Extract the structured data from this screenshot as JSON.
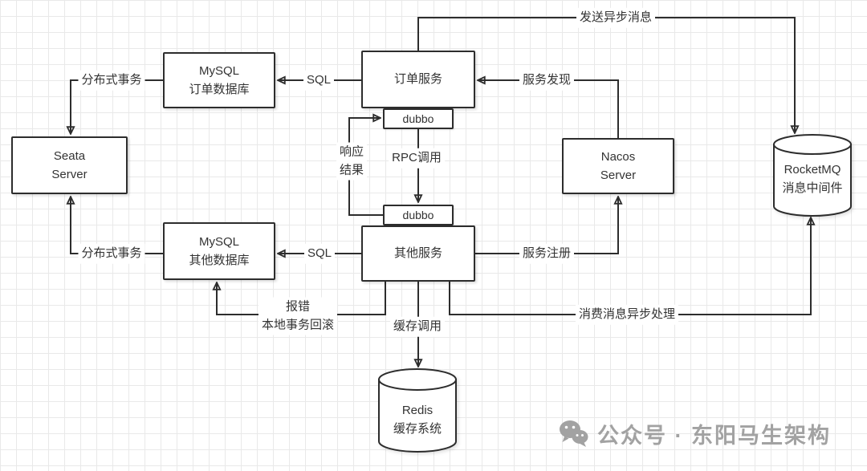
{
  "diagram": {
    "nodes": {
      "order_db": "MySQL\n订单数据库",
      "order_service": "订单服务",
      "dubbo_top": "dubbo",
      "seata": "Seata\nServer",
      "nacos": "Nacos\nServer",
      "rocketmq": "RocketMQ\n消息中间件",
      "dubbo_bottom": "dubbo",
      "other_service": "其他服务",
      "other_db": "MySQL\n其他数据库",
      "redis": "Redis\n缓存系统"
    },
    "edge_labels": {
      "send_async": "发送异步消息",
      "sql_top": "SQL",
      "service_discovery": "服务发现",
      "dist_tx_top": "分布式事务",
      "rpc_call": "RPC调用",
      "response_result": "响应\n结果",
      "service_register": "服务注册",
      "sql_bottom": "SQL",
      "dist_tx_bottom": "分布式事务",
      "rollback": "报错\n本地事务回滚",
      "cache_call": "缓存调用",
      "consume": "消费消息异步处理"
    },
    "colors": {
      "line": "#2d2d2d",
      "node_border": "#2d2d2d",
      "text": "#333333",
      "grid": "#e9e9e9",
      "watermark": "#a2a2a2"
    }
  },
  "watermark": {
    "text": "公众号 · 东阳马生架构"
  }
}
